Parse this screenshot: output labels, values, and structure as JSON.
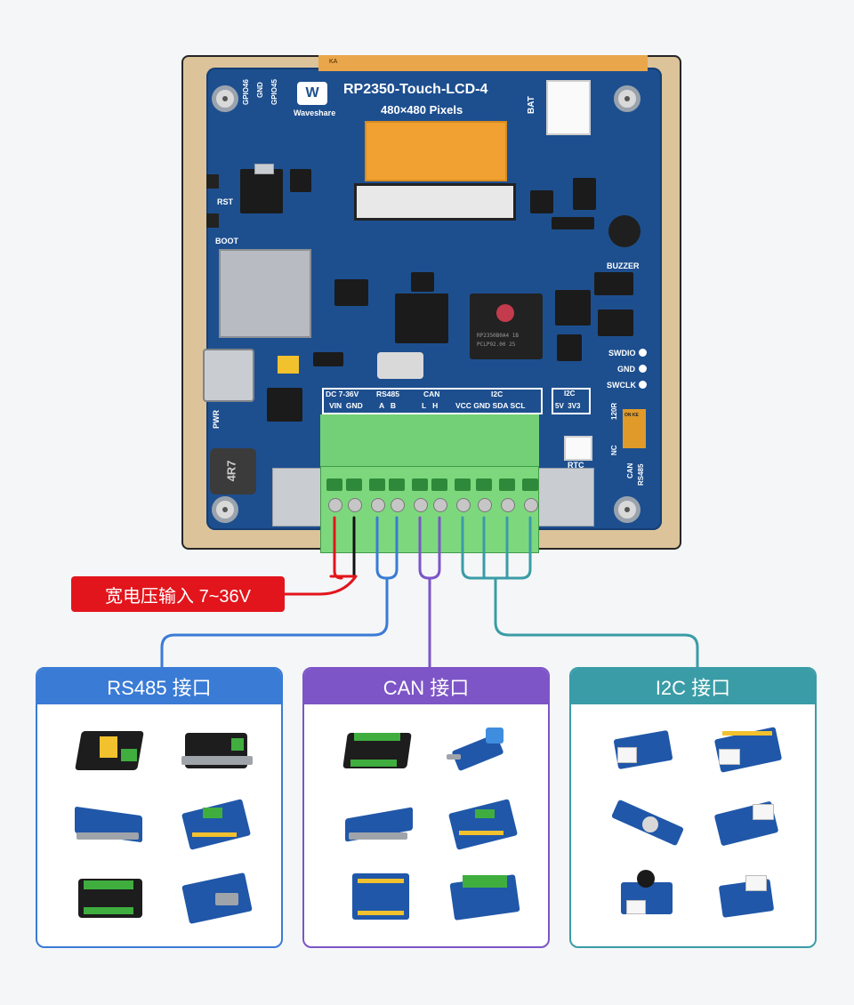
{
  "board": {
    "title": "RP2350-Touch-LCD-4",
    "resolution": "480×480 Pixels",
    "brand": "Waveshare",
    "chip_text": [
      "RP2350B0A4 1B",
      "PCLP92.00  25"
    ],
    "inductor_text": "4R7",
    "top_tag": "KA",
    "pins_left": [
      "GPIO46",
      "GND",
      "GPIO45"
    ],
    "left_labels": [
      "RST",
      "BOOT",
      "PWR"
    ],
    "right_labels": [
      "BAT",
      "BUZZER",
      "SWDIO",
      "GND",
      "SWCLK"
    ],
    "header_groups": [
      {
        "title": "DC 7-36V",
        "pins": "VIN  GND"
      },
      {
        "title": "RS485",
        "pins": "A   B"
      },
      {
        "title": "CAN",
        "pins": "L   H"
      },
      {
        "title": "I2C",
        "pins": "VCC GND SDA SCL"
      }
    ],
    "i2c_switch": {
      "title": "I2C",
      "pins": "5V  3V3"
    },
    "rtc_label": "RTC",
    "switch_labels": [
      "120R",
      "NC",
      "CAN",
      "RS485"
    ],
    "dip_text": "ON KE"
  },
  "power_label": "宽电压输入 7~36V",
  "panels": [
    {
      "title": "RS485 接口",
      "color": "#3a7bd5"
    },
    {
      "title": "CAN 接口",
      "color": "#7d55c7"
    },
    {
      "title": "I2C 接口",
      "color": "#3a9ca6"
    }
  ],
  "colors": {
    "power_wire": "#e2151c",
    "rs485_wire": "#3a7bd5",
    "can_wire": "#7d55c7",
    "i2c_wire": "#3a9ca6",
    "pcb": "#1d4f8f",
    "terminal": "#7dd87d"
  }
}
